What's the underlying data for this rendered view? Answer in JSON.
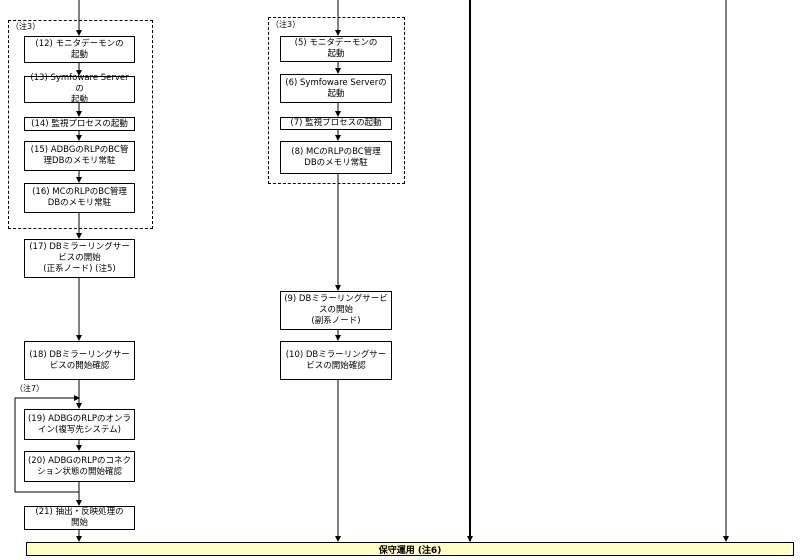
{
  "colors": {
    "maintenance_bar": "#ffffc8",
    "line": "#000000"
  },
  "left_column": {
    "group_note": "（注3）",
    "steps": [
      {
        "id": "s12",
        "text": "(12) モニタデーモンの\n起動"
      },
      {
        "id": "s13",
        "text": "(13) Symfoware Serverの\n起動"
      },
      {
        "id": "s14",
        "text": "(14) 監視プロセスの起動"
      },
      {
        "id": "s15",
        "text": "(15) ADBGのRLPのBC管\n理DBのメモリ常駐"
      },
      {
        "id": "s16",
        "text": "(16) MCのRLPのBC管理\nDBのメモリ常駐"
      },
      {
        "id": "s17",
        "text": "(17) DBミラーリングサー\nビスの開始\n(正系ノード) (注5)"
      },
      {
        "id": "s18",
        "text": "(18) DBミラーリングサー\nビスの開始確認"
      },
      {
        "id": "s19",
        "text": "(19) ADBGのRLPのオンラ\nイン(複写先システム)"
      },
      {
        "id": "s20",
        "text": "(20) ADBGのRLPのコネク\nション状態の開始確認"
      },
      {
        "id": "s21",
        "text": "(21) 抽出・反映処理の\n開始"
      }
    ],
    "loop_note": "（注7）"
  },
  "middle_column": {
    "group_note": "（注3）",
    "steps": [
      {
        "id": "s5",
        "text": "(5) モニタデーモンの\n起動"
      },
      {
        "id": "s6",
        "text": "(6) Symfoware Serverの\n起動"
      },
      {
        "id": "s7",
        "text": "(7) 監視プロセスの起動"
      },
      {
        "id": "s8",
        "text": "(8) MCのRLPのBC管理\nDBのメモリ常駐"
      },
      {
        "id": "s9",
        "text": "(9) DBミラーリングサービ\nスの開始\n(副系ノード)"
      },
      {
        "id": "s10",
        "text": "(10) DBミラーリングサー\nビスの開始確認"
      }
    ]
  },
  "maintenance": {
    "label": "保守運用 (注6)"
  }
}
